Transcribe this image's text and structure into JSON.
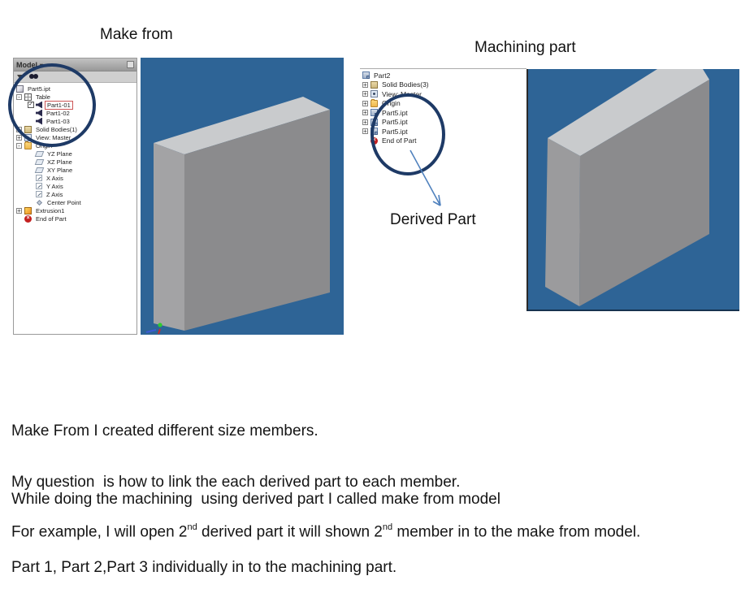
{
  "slide": {
    "left_title": "Make from",
    "right_title": "Machining part",
    "derived_part_label": "Derived Part",
    "body": {
      "line1": "Make From I created different size members.",
      "line2": "While doing the machining  using derived part I called make from model",
      "line3": "Part 1, Part 2,Part 3 individually in to the machining part.",
      "question": "My question  is how to link the each derived part to each member.",
      "example_prefix": "For example, I will open 2",
      "example_sup1": "nd",
      "example_mid": " derived part it will shown 2",
      "example_sup2": "nd",
      "example_suffix": " member in to the make from model."
    }
  },
  "make_from_browser": {
    "header_label": "Model",
    "tree": [
      {
        "icon": "part",
        "label": "Part5.ipt"
      },
      {
        "icon": "table",
        "label": "Table",
        "expander": "minus"
      },
      {
        "icon": "member",
        "label": "Part1-01",
        "checkbox": "checked",
        "highlighted": "true"
      },
      {
        "icon": "member",
        "label": "Part1-02"
      },
      {
        "icon": "member",
        "label": "Part1-03"
      },
      {
        "icon": "solids",
        "label": "Solid Bodies(1)",
        "expander": "plus"
      },
      {
        "icon": "view",
        "label": "View: Master",
        "expander": "plus"
      },
      {
        "icon": "folder",
        "label": "Origin",
        "expander": "minus"
      },
      {
        "icon": "plane",
        "label": "YZ Plane"
      },
      {
        "icon": "plane",
        "label": "XZ Plane"
      },
      {
        "icon": "plane",
        "label": "XY Plane"
      },
      {
        "icon": "axis",
        "label": "X Axis"
      },
      {
        "icon": "axis",
        "label": "Y Axis"
      },
      {
        "icon": "axis",
        "label": "Z Axis"
      },
      {
        "icon": "point",
        "label": "Center Point"
      },
      {
        "icon": "extrusion",
        "label": "Extrusion1",
        "expander": "plus"
      },
      {
        "icon": "eop",
        "label": "End of Part"
      }
    ]
  },
  "machining_browser": {
    "tree": [
      {
        "icon": "derived",
        "label": "Part2"
      },
      {
        "icon": "solids",
        "label": "Solid Bodies(3)",
        "expander": "plus"
      },
      {
        "icon": "view",
        "label": "View: Master",
        "expander": "plus"
      },
      {
        "icon": "folder",
        "label": "Origin",
        "expander": "plus"
      },
      {
        "icon": "derived",
        "label": "Part5.ipt",
        "expander": "plus"
      },
      {
        "icon": "derived",
        "label": "Part5.ipt",
        "expander": "plus"
      },
      {
        "icon": "derived",
        "label": "Part5.ipt",
        "expander": "plus"
      },
      {
        "icon": "eop",
        "label": "End of Part"
      }
    ]
  },
  "colors": {
    "viewport_background": "#2e6496",
    "block_front": "#8b8b8d",
    "block_side": "#a3a3a5",
    "block_top": "#c9cbcd",
    "annotation_circle": "#1e3a66",
    "annotation_arrow": "#4f81bd",
    "member_highlight_border": "#cc5555"
  }
}
